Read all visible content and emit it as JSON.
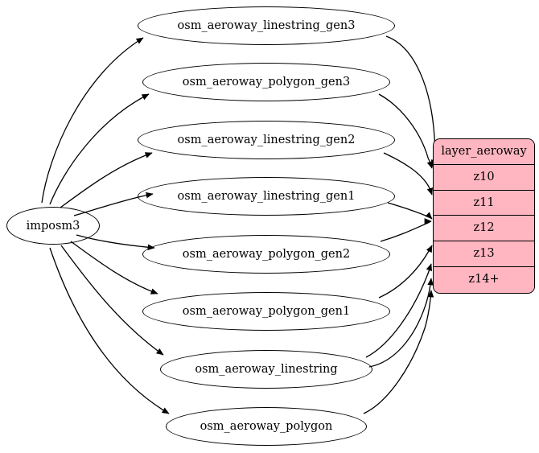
{
  "diagram": {
    "type": "directed-graph",
    "title": "imposm3 aeroway layer graph",
    "background": "#ffffff",
    "source_node": {
      "id": "imposm3",
      "label": "imposm3",
      "shape": "ellipse",
      "fill": "none"
    },
    "table_node": {
      "id": "layer_aeroway",
      "shape": "record",
      "fill": "#ffb6c1",
      "header": "layer_aeroway",
      "rows": [
        "z10",
        "z11",
        "z12",
        "z13",
        "z14+"
      ]
    },
    "intermediate_nodes": [
      {
        "id": "osm_aeroway_linestring_gen3",
        "label": "osm_aeroway_linestring_gen3"
      },
      {
        "id": "osm_aeroway_polygon_gen3",
        "label": "osm_aeroway_polygon_gen3"
      },
      {
        "id": "osm_aeroway_linestring_gen2",
        "label": "osm_aeroway_linestring_gen2"
      },
      {
        "id": "osm_aeroway_linestring_gen1",
        "label": "osm_aeroway_linestring_gen1"
      },
      {
        "id": "osm_aeroway_polygon_gen2",
        "label": "osm_aeroway_polygon_gen2"
      },
      {
        "id": "osm_aeroway_polygon_gen1",
        "label": "osm_aeroway_polygon_gen1"
      },
      {
        "id": "osm_aeroway_linestring",
        "label": "osm_aeroway_linestring"
      },
      {
        "id": "osm_aeroway_polygon",
        "label": "osm_aeroway_polygon"
      }
    ],
    "edges": [
      {
        "from": "imposm3",
        "to": "osm_aeroway_linestring_gen3"
      },
      {
        "from": "imposm3",
        "to": "osm_aeroway_polygon_gen3"
      },
      {
        "from": "imposm3",
        "to": "osm_aeroway_linestring_gen2"
      },
      {
        "from": "imposm3",
        "to": "osm_aeroway_linestring_gen1"
      },
      {
        "from": "imposm3",
        "to": "osm_aeroway_polygon_gen2"
      },
      {
        "from": "imposm3",
        "to": "osm_aeroway_polygon_gen1"
      },
      {
        "from": "imposm3",
        "to": "osm_aeroway_linestring"
      },
      {
        "from": "imposm3",
        "to": "osm_aeroway_polygon"
      },
      {
        "from": "osm_aeroway_linestring_gen3",
        "to": "layer_aeroway:z10"
      },
      {
        "from": "osm_aeroway_polygon_gen3",
        "to": "layer_aeroway:z10"
      },
      {
        "from": "osm_aeroway_linestring_gen2",
        "to": "layer_aeroway:z11"
      },
      {
        "from": "osm_aeroway_polygon_gen2",
        "to": "layer_aeroway:z11"
      },
      {
        "from": "osm_aeroway_linestring_gen1",
        "to": "layer_aeroway:z12"
      },
      {
        "from": "osm_aeroway_polygon_gen1",
        "to": "layer_aeroway:z13"
      },
      {
        "from": "osm_aeroway_linestring",
        "to": "layer_aeroway:z13"
      },
      {
        "from": "osm_aeroway_linestring",
        "to": "layer_aeroway:z14+"
      },
      {
        "from": "osm_aeroway_polygon",
        "to": "layer_aeroway:z14+"
      }
    ]
  }
}
